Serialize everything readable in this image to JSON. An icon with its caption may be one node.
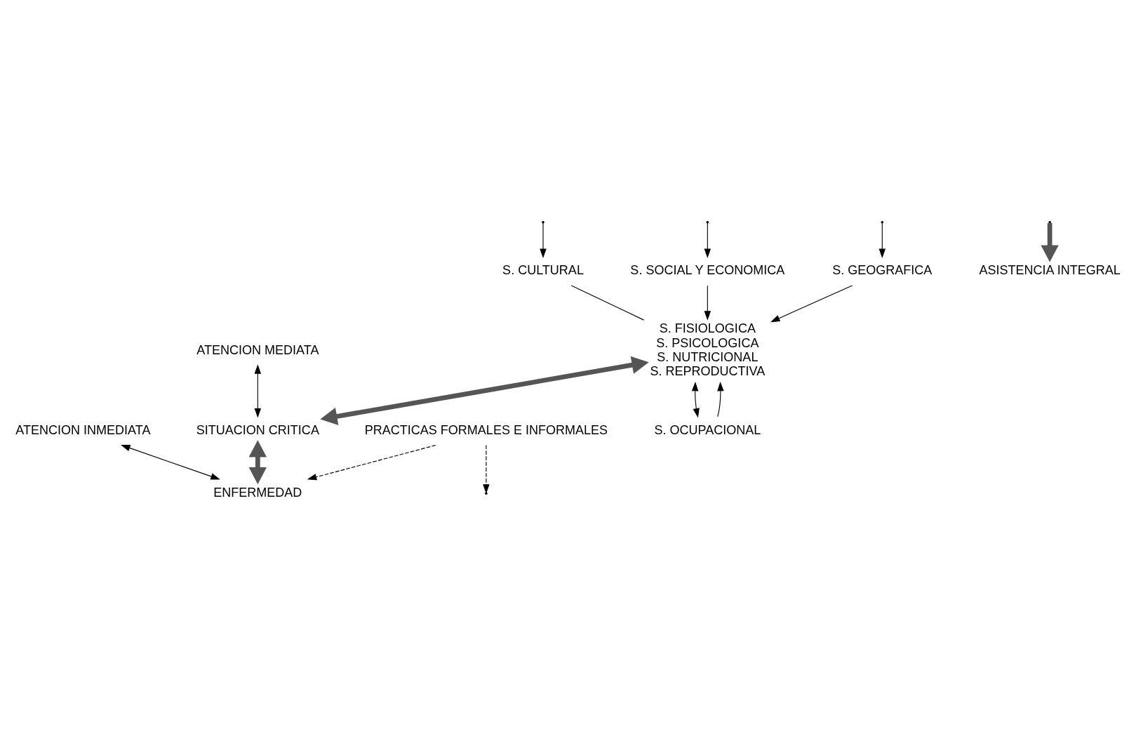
{
  "diagram": {
    "nodes": [
      {
        "text": [
          "S. GEOGRAFICA"
        ]
      },
      {
        "text": [
          "S. CULTURAL"
        ]
      },
      {
        "text": [
          "S. SOCIAL Y ECONOMICA"
        ]
      },
      {
        "text": [
          "S. FISIOLOGICA",
          "S. PSICOLOGICA",
          "S. NUTRICIONAL",
          "S. REPRODUCTIVA"
        ]
      },
      {
        "text": [
          "S. OCUPACIONAL"
        ]
      },
      {
        "text": [
          "PRACTICAS FORMALES E INFORMALES"
        ]
      },
      {
        "text": [
          "SITUACION CRITICA"
        ]
      },
      {
        "text": [
          "ENFERMEDAD"
        ]
      },
      {
        "text": [
          "ATENCION INMEDIATA"
        ]
      },
      {
        "text": [
          "ATENCION MEDIATA"
        ]
      },
      {
        "text": [
          "ASISTENCIA INTEGRAL"
        ]
      }
    ],
    "edges": [
      {
        "from": null,
        "to": 0,
        "arrow": "to"
      },
      {
        "from": null,
        "to": 1,
        "arrow": "to"
      },
      {
        "from": null,
        "to": 2,
        "arrow": "to"
      },
      {
        "from": 0,
        "to": 3,
        "arrow": "to"
      },
      {
        "from": 3,
        "to": 4,
        "arrow": "both"
      },
      {
        "from": 1,
        "to": 3,
        "arrow": "none"
      },
      {
        "from": 2,
        "to": 3,
        "arrow": "to"
      },
      {
        "from": 4,
        "to": 3,
        "arrow": "to"
      },
      {
        "from": 3,
        "to": 6,
        "arrow": "both",
        "style": "thick"
      },
      {
        "from": 5,
        "to": null,
        "arrow": "to",
        "style": "dashed"
      },
      {
        "from": 6,
        "to": 7,
        "arrow": "both",
        "style": "thick"
      },
      {
        "from": 5,
        "to": 7,
        "arrow": "to",
        "style": "dashed"
      },
      {
        "from": 8,
        "to": 7,
        "arrow": "both"
      },
      {
        "from": 9,
        "to": 6,
        "arrow": "both"
      },
      {
        "from": null,
        "to": 10,
        "arrow": "to",
        "style": "thick"
      }
    ]
  }
}
